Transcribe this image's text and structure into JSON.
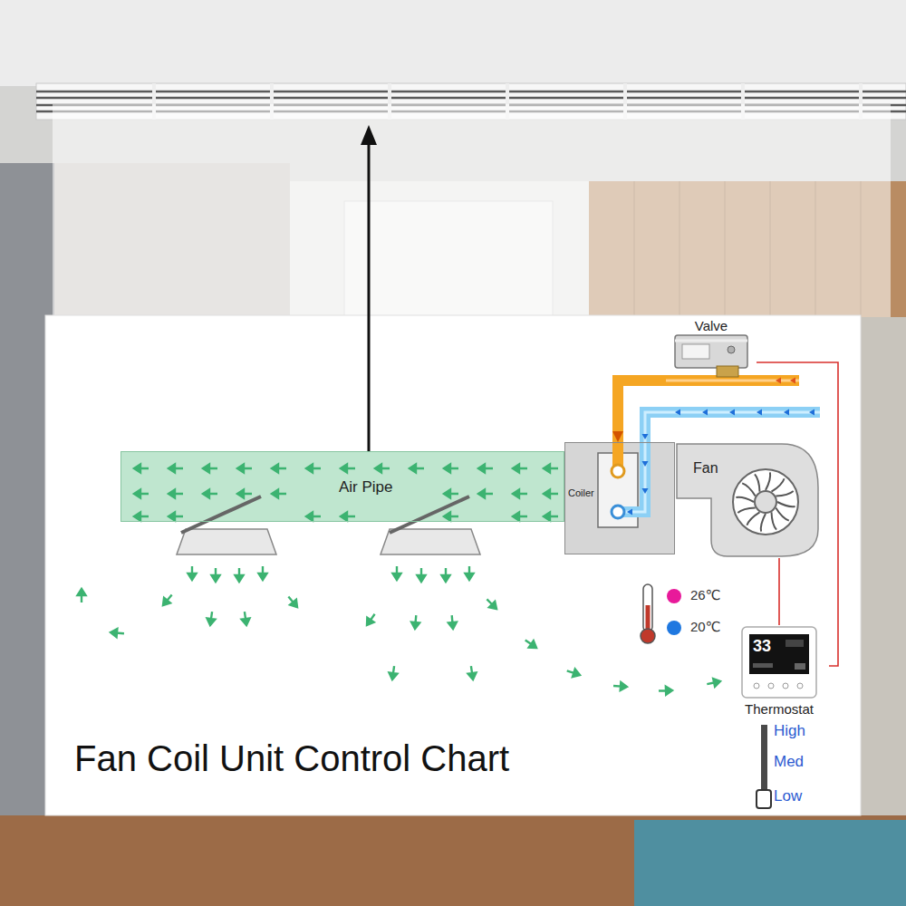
{
  "diagram": {
    "title": "Fan Coil Unit Control Chart",
    "nodes": [
      {
        "text": [
          "Valve"
        ]
      },
      {
        "text": [
          "Air Pipe"
        ]
      },
      {
        "text": [
          "Coiler"
        ]
      },
      {
        "text": [
          "Fan"
        ]
      },
      {
        "text": [
          "Thermostat"
        ]
      }
    ],
    "edges": [
      {
        "from": 0,
        "to": 2,
        "arrow": "to"
      },
      {
        "from": 4,
        "to": 3,
        "arrow": "none"
      },
      {
        "from": 4,
        "to": 0,
        "arrow": "none"
      }
    ],
    "labels": [
      "33",
      "High",
      "Med",
      "Low"
    ],
    "legend": [
      {
        "text": "26℃",
        "color": "#e8199a"
      },
      {
        "text": "20℃",
        "color": "#1f78e0"
      }
    ]
  }
}
